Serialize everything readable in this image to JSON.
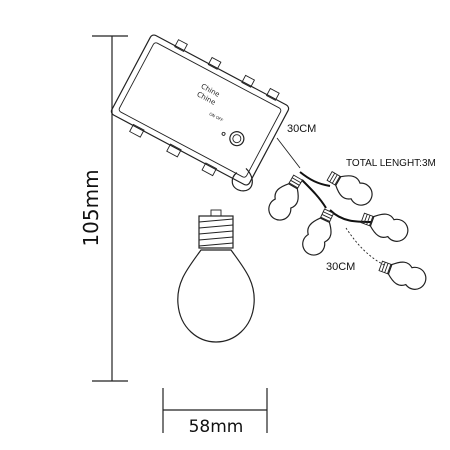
{
  "dimensions": {
    "height_label": "105mm",
    "width_label": "58mm"
  },
  "callouts": {
    "wire_length_1": "30CM",
    "total_length": "TOTAL LENGHT:3M",
    "wire_length_2": "30CM"
  },
  "battery_box": {
    "brand_line_1": "Chine",
    "brand_line_2": "Chine",
    "switch_label": "ON OFF"
  },
  "colors": {
    "line": "#222222",
    "background": "#ffffff"
  }
}
